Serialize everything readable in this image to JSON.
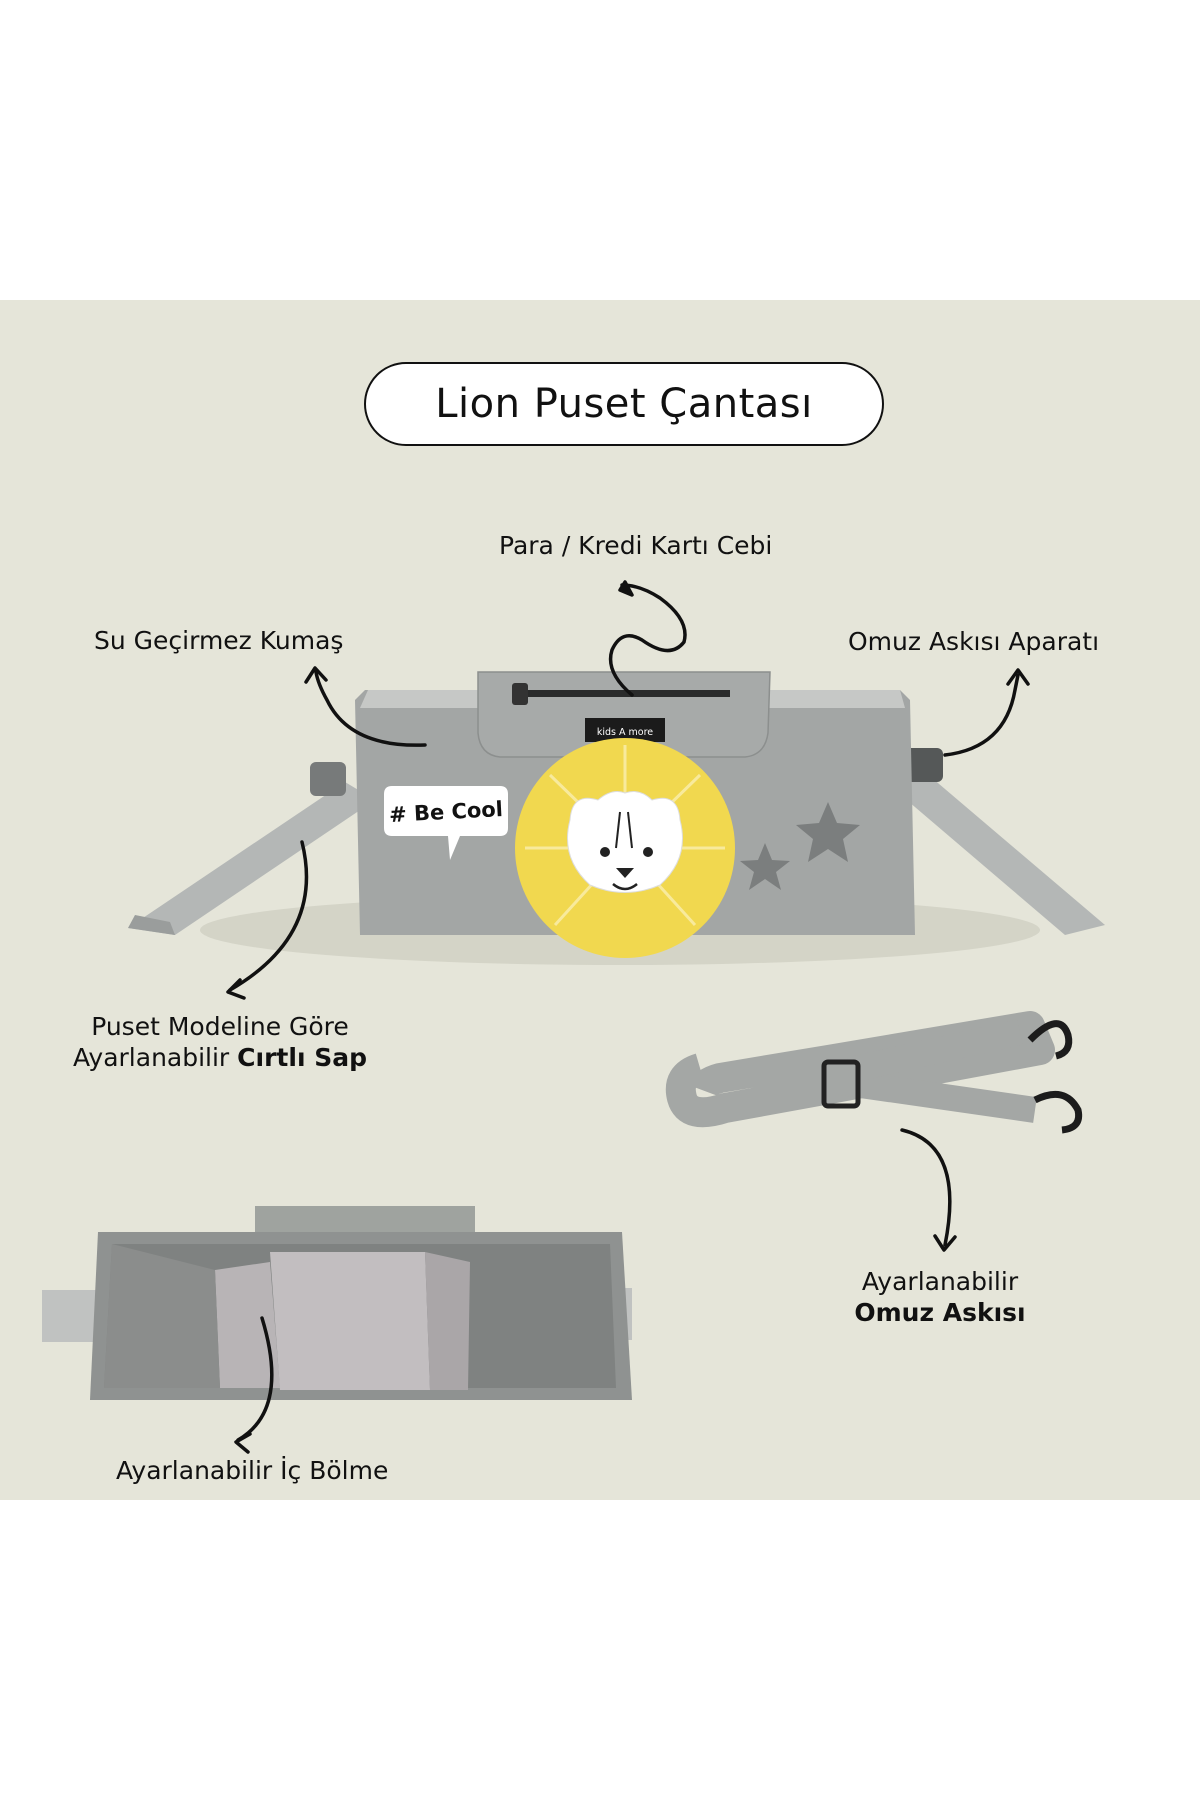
{
  "title": "Lion Puset Çantası",
  "labels": {
    "card_pocket": "Para / Kredi Kartı Cebi",
    "waterproof_fabric": "Su Geçirmez Kumaş",
    "shoulder_strap_attachment": "Omuz Askısı Aparatı",
    "velcro_handle_line1": "Puset Modeline Göre",
    "velcro_handle_line2_regular": "Ayarlanabilir ",
    "velcro_handle_line2_bold": "Cırtlı Sap",
    "adjustable_strap_line1": "Ayarlanabilir",
    "adjustable_strap_line2_bold": "Omuz Askısı",
    "inner_compartment": "Ayarlanabilir İç Bölme"
  },
  "bag_texts": {
    "brand_tag": "kids A more",
    "speech_bubble": "# Be Cool"
  },
  "colors": {
    "panel_background": "#e5e5d9",
    "bag_grey": "#a3a6a5",
    "lion_yellow": "#f1d84f",
    "star_grey": "#7b7e7e",
    "ink": "#111111"
  }
}
